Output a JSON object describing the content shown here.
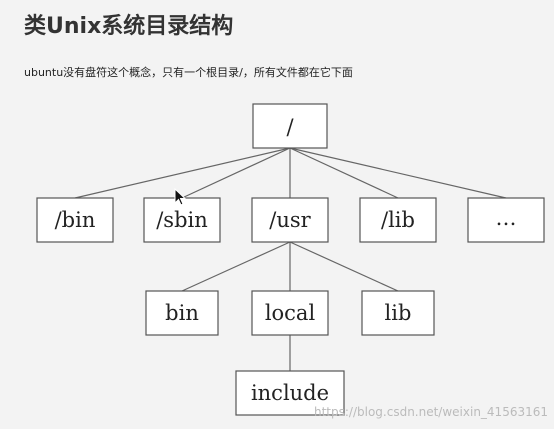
{
  "title": "类Unix系统目录结构",
  "subtitle": "ubuntu没有盘符这个概念，只有一个根目录/，所有文件都在它下面",
  "watermark": "https://blog.csdn.net/weixin_41563161",
  "tree": {
    "root": "/",
    "level1": [
      "/bin",
      "/sbin",
      "/usr",
      "/lib",
      "…"
    ],
    "level2": [
      "bin",
      "local",
      "lib"
    ],
    "level3": [
      "include"
    ]
  }
}
